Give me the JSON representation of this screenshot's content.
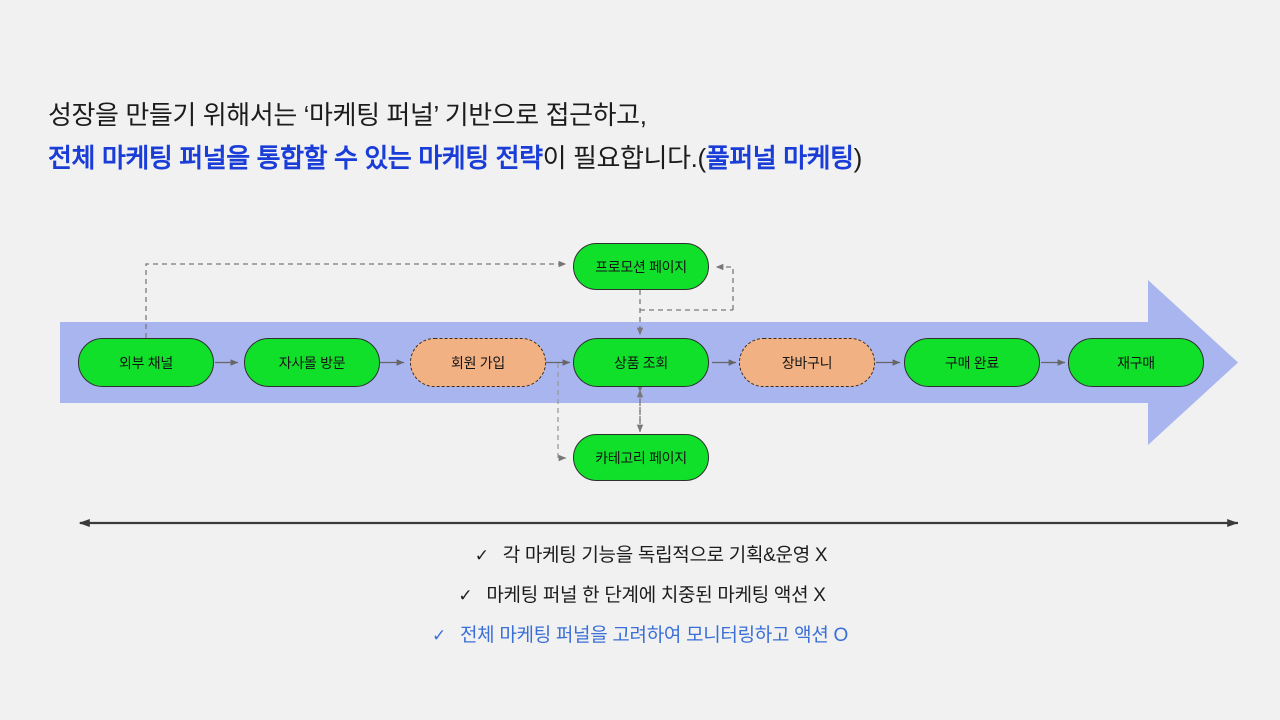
{
  "slide": {
    "background_color": "#f1f1f1",
    "headline": {
      "line1": "성장을 만들기 위해서는 ‘마케팅 퍼널’ 기반으로 접근하고,",
      "line2_part1": "전체 마케팅 퍼널을 통합할 수 있는 마케팅 전략",
      "line2_part2": "이 필요합니다.",
      "line2_part3": "(",
      "line2_part4": "풀퍼널 마케팅",
      "line2_part5": ")",
      "accent_color": "#1a3dd8"
    }
  },
  "funnel": {
    "band_color": "#a8b5ee",
    "node_green": "#11e02b",
    "node_orange": "#f2b183",
    "main_steps": [
      {
        "label": "외부 채널",
        "style": "green"
      },
      {
        "label": "자사몰 방문",
        "style": "green"
      },
      {
        "label": "회원 가입",
        "style": "orange"
      },
      {
        "label": "상품 조회",
        "style": "green"
      },
      {
        "label": "장바구니",
        "style": "orange"
      },
      {
        "label": "구매 완료",
        "style": "green"
      },
      {
        "label": "재구매",
        "style": "green"
      }
    ],
    "branch_top": {
      "label": "프로모션 페이지",
      "style": "green"
    },
    "branch_bottom": {
      "label": "카테고리 페이지",
      "style": "green"
    }
  },
  "takeaways": {
    "check_glyph": "✓",
    "items": [
      {
        "text": "각 마케팅 기능을 독립적으로 기획&운영 X",
        "accent": false
      },
      {
        "text": "마케팅 퍼널 한 단계에 치중된 마케팅 액션 X",
        "accent": false
      },
      {
        "text": "전체 마케팅 퍼널을 고려하여 모니터링하고 액션 O",
        "accent": true
      }
    ],
    "accent_color": "#3a6fd8"
  }
}
